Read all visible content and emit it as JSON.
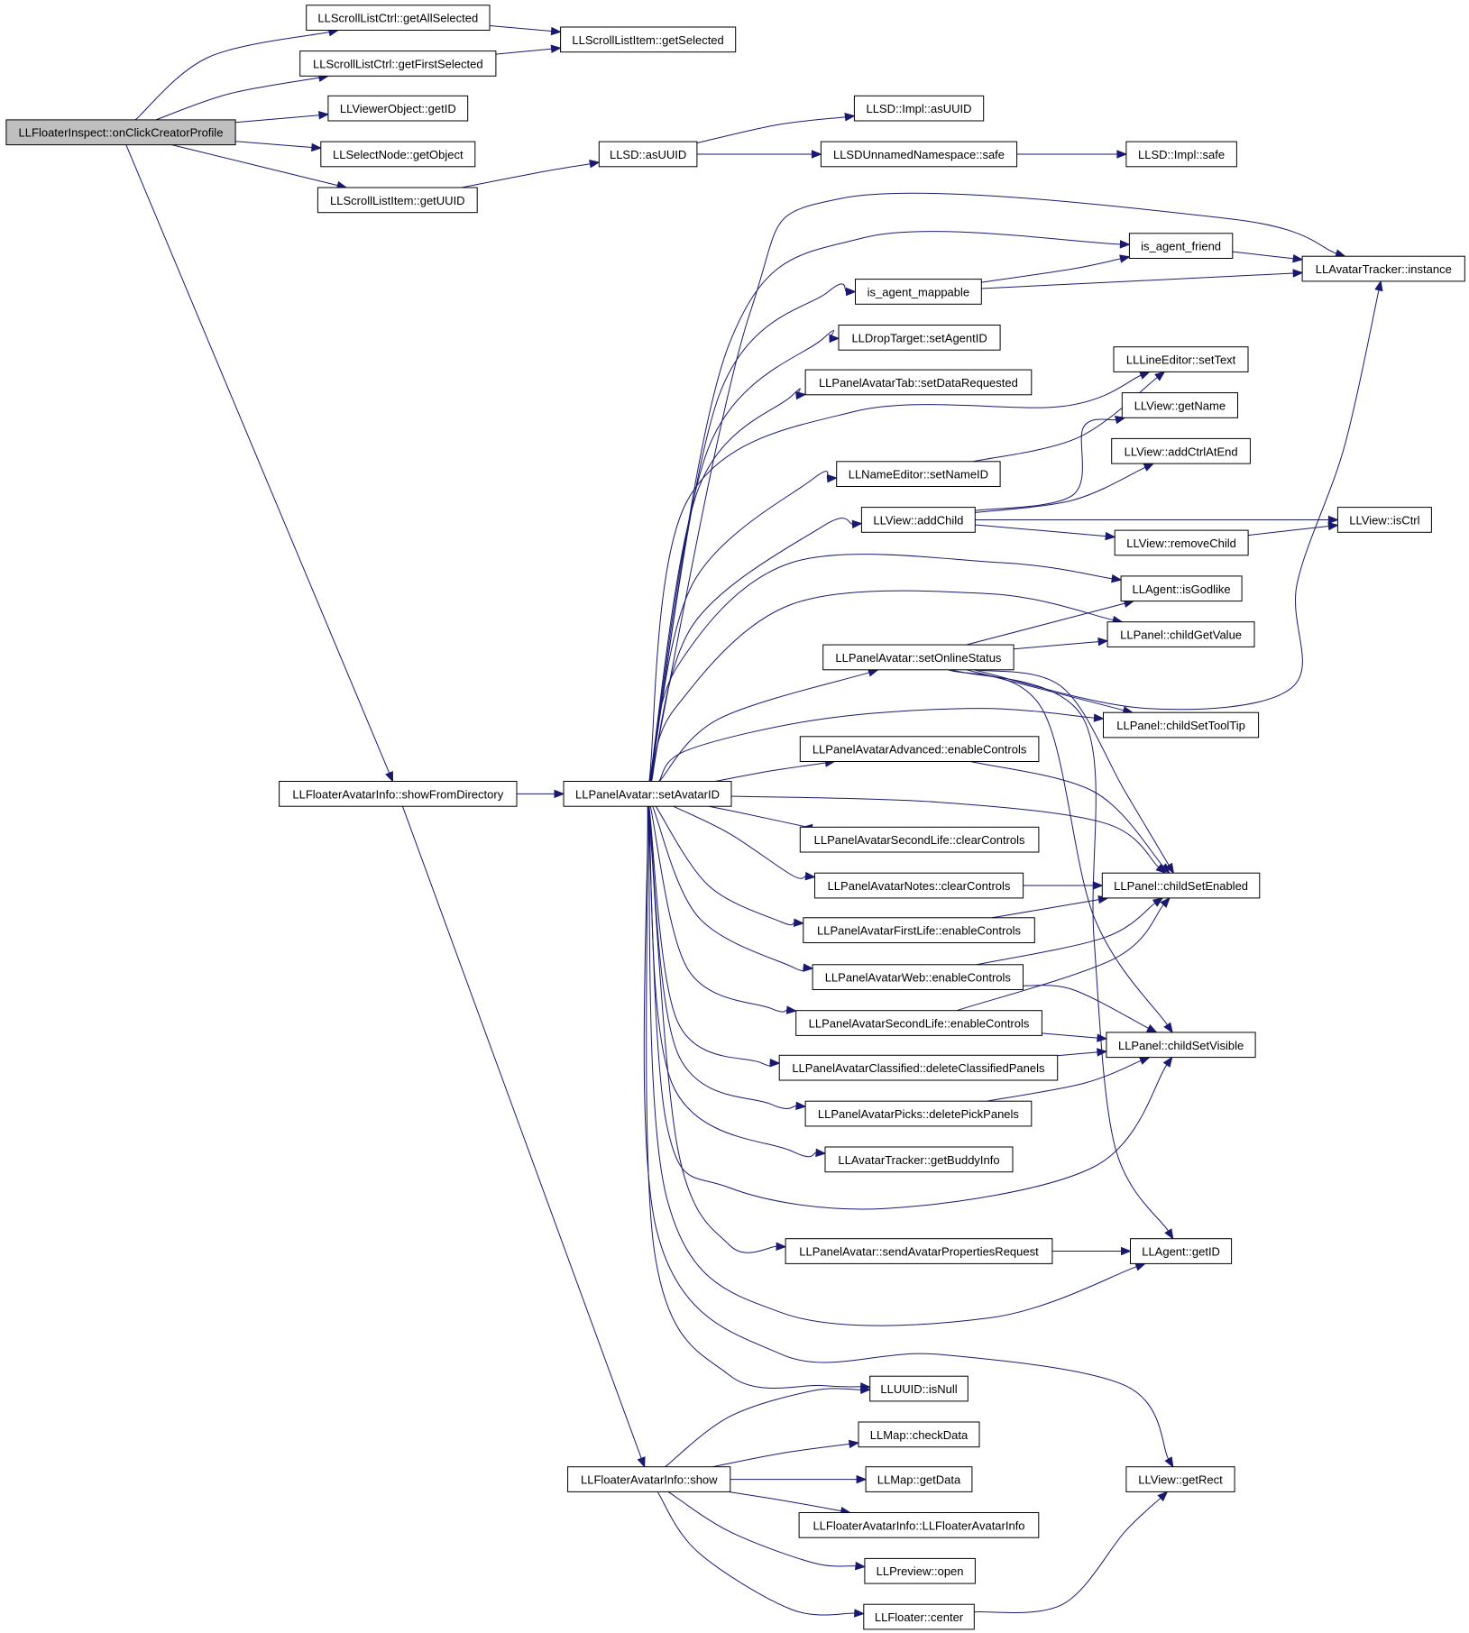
{
  "colors": {
    "edge": "#191970",
    "root_fill": "#bfbfbf",
    "node_fill": "#ffffff",
    "border_normal": "#000000",
    "border_truncated": "#ff0000"
  },
  "nodes": [
    {
      "id": "n0",
      "label": "LLFloaterInspect::onClickCreatorProfile",
      "style": "root"
    },
    {
      "id": "n1",
      "label": "LLScrollListCtrl::getAllSelected",
      "style": "normal"
    },
    {
      "id": "n2",
      "label": "LLScrollListCtrl::getFirstSelected",
      "style": "normal"
    },
    {
      "id": "n3",
      "label": "LLScrollListItem::getSelected",
      "style": "normal"
    },
    {
      "id": "n4",
      "label": "LLViewerObject::getID",
      "style": "normal"
    },
    {
      "id": "n5",
      "label": "LLSelectNode::getObject",
      "style": "normal"
    },
    {
      "id": "n6",
      "label": "LLScrollListItem::getUUID",
      "style": "normal"
    },
    {
      "id": "n7",
      "label": "LLSD::asUUID",
      "style": "normal"
    },
    {
      "id": "n8",
      "label": "LLSD::Impl::asUUID",
      "style": "normal"
    },
    {
      "id": "n9",
      "label": "LLSDUnnamedNamespace::safe",
      "style": "normal"
    },
    {
      "id": "n10",
      "label": "LLSD::Impl::safe",
      "style": "normal"
    },
    {
      "id": "n11",
      "label": "LLFloaterAvatarInfo::showFromDirectory",
      "style": "normal"
    },
    {
      "id": "n12",
      "label": "LLPanelAvatar::setAvatarID",
      "style": "normal"
    },
    {
      "id": "n13",
      "label": "is_agent_friend",
      "style": "normal"
    },
    {
      "id": "n14",
      "label": "LLAvatarTracker::instance",
      "style": "normal"
    },
    {
      "id": "n15",
      "label": "is_agent_mappable",
      "style": "normal"
    },
    {
      "id": "n16",
      "label": "LLDropTarget::setAgentID",
      "style": "normal"
    },
    {
      "id": "n17",
      "label": "LLPanelAvatarTab::setDataRequested",
      "style": "normal"
    },
    {
      "id": "n18",
      "label": "LLLineEditor::setText",
      "style": "truncated"
    },
    {
      "id": "n19",
      "label": "LLView::getName",
      "style": "normal"
    },
    {
      "id": "n20",
      "label": "LLNameEditor::setNameID",
      "style": "truncated"
    },
    {
      "id": "n21",
      "label": "LLView::addCtrlAtEnd",
      "style": "normal"
    },
    {
      "id": "n22",
      "label": "LLView::addChild",
      "style": "truncated"
    },
    {
      "id": "n23",
      "label": "LLView::isCtrl",
      "style": "normal"
    },
    {
      "id": "n24",
      "label": "LLView::removeChild",
      "style": "truncated"
    },
    {
      "id": "n25",
      "label": "LLAgent::isGodlike",
      "style": "normal"
    },
    {
      "id": "n26",
      "label": "LLPanel::childGetValue",
      "style": "truncated"
    },
    {
      "id": "n27",
      "label": "LLPanelAvatar::setOnlineStatus",
      "style": "truncated"
    },
    {
      "id": "n28",
      "label": "LLPanel::childSetToolTip",
      "style": "truncated"
    },
    {
      "id": "n29",
      "label": "LLPanelAvatarAdvanced::enableControls",
      "style": "truncated"
    },
    {
      "id": "n30",
      "label": "LLPanelAvatarSecondLife::clearControls",
      "style": "truncated"
    },
    {
      "id": "n31",
      "label": "LLPanelAvatarNotes::clearControls",
      "style": "truncated"
    },
    {
      "id": "n32",
      "label": "LLPanel::childSetEnabled",
      "style": "truncated"
    },
    {
      "id": "n33",
      "label": "LLPanelAvatarFirstLife::enableControls",
      "style": "normal"
    },
    {
      "id": "n34",
      "label": "LLPanelAvatarWeb::enableControls",
      "style": "truncated"
    },
    {
      "id": "n35",
      "label": "LLPanelAvatarSecondLife::enableControls",
      "style": "normal"
    },
    {
      "id": "n36",
      "label": "LLPanel::childSetVisible",
      "style": "truncated"
    },
    {
      "id": "n37",
      "label": "LLPanelAvatarClassified::deleteClassifiedPanels",
      "style": "truncated"
    },
    {
      "id": "n38",
      "label": "LLPanelAvatarPicks::deletePickPanels",
      "style": "truncated"
    },
    {
      "id": "n39",
      "label": "LLAvatarTracker::getBuddyInfo",
      "style": "truncated"
    },
    {
      "id": "n40",
      "label": "LLPanelAvatar::sendAvatarPropertiesRequest",
      "style": "truncated"
    },
    {
      "id": "n41",
      "label": "LLAgent::getID",
      "style": "normal"
    },
    {
      "id": "n42",
      "label": "LLUUID::isNull",
      "style": "normal"
    },
    {
      "id": "n43",
      "label": "LLMap::checkData",
      "style": "normal"
    },
    {
      "id": "n44",
      "label": "LLFloaterAvatarInfo::show",
      "style": "normal"
    },
    {
      "id": "n45",
      "label": "LLMap::getData",
      "style": "normal"
    },
    {
      "id": "n46",
      "label": "LLView::getRect",
      "style": "normal"
    },
    {
      "id": "n47",
      "label": "LLFloaterAvatarInfo::LLFloaterAvatarInfo",
      "style": "truncated"
    },
    {
      "id": "n48",
      "label": "LLPreview::open",
      "style": "truncated"
    },
    {
      "id": "n49",
      "label": "LLFloater::center",
      "style": "truncated"
    }
  ],
  "edges": [
    [
      "n0",
      "n1"
    ],
    [
      "n0",
      "n2"
    ],
    [
      "n0",
      "n4"
    ],
    [
      "n0",
      "n5"
    ],
    [
      "n0",
      "n6"
    ],
    [
      "n0",
      "n11"
    ],
    [
      "n1",
      "n3"
    ],
    [
      "n2",
      "n3"
    ],
    [
      "n6",
      "n7"
    ],
    [
      "n7",
      "n8"
    ],
    [
      "n7",
      "n9"
    ],
    [
      "n9",
      "n10"
    ],
    [
      "n11",
      "n12"
    ],
    [
      "n11",
      "n44"
    ],
    [
      "n12",
      "n14"
    ],
    [
      "n12",
      "n13"
    ],
    [
      "n12",
      "n15"
    ],
    [
      "n12",
      "n16"
    ],
    [
      "n12",
      "n17"
    ],
    [
      "n12",
      "n18"
    ],
    [
      "n12",
      "n20"
    ],
    [
      "n12",
      "n22"
    ],
    [
      "n12",
      "n25"
    ],
    [
      "n12",
      "n26"
    ],
    [
      "n12",
      "n27"
    ],
    [
      "n12",
      "n28"
    ],
    [
      "n12",
      "n29"
    ],
    [
      "n12",
      "n32"
    ],
    [
      "n12",
      "n30"
    ],
    [
      "n12",
      "n31"
    ],
    [
      "n12",
      "n33"
    ],
    [
      "n12",
      "n34"
    ],
    [
      "n12",
      "n35"
    ],
    [
      "n12",
      "n37"
    ],
    [
      "n12",
      "n38"
    ],
    [
      "n12",
      "n39"
    ],
    [
      "n12",
      "n36"
    ],
    [
      "n12",
      "n40"
    ],
    [
      "n12",
      "n41"
    ],
    [
      "n12",
      "n46"
    ],
    [
      "n12",
      "n42"
    ],
    [
      "n13",
      "n14"
    ],
    [
      "n15",
      "n13"
    ],
    [
      "n15",
      "n14"
    ],
    [
      "n20",
      "n18"
    ],
    [
      "n22",
      "n19"
    ],
    [
      "n22",
      "n21"
    ],
    [
      "n22",
      "n23"
    ],
    [
      "n22",
      "n24"
    ],
    [
      "n24",
      "n23"
    ],
    [
      "n27",
      "n25"
    ],
    [
      "n27",
      "n26"
    ],
    [
      "n27",
      "n14"
    ],
    [
      "n27",
      "n28"
    ],
    [
      "n27",
      "n32"
    ],
    [
      "n27",
      "n36"
    ],
    [
      "n27",
      "n41"
    ],
    [
      "n29",
      "n32"
    ],
    [
      "n31",
      "n32"
    ],
    [
      "n33",
      "n32"
    ],
    [
      "n34",
      "n32"
    ],
    [
      "n34",
      "n36"
    ],
    [
      "n35",
      "n32"
    ],
    [
      "n35",
      "n36"
    ],
    [
      "n37",
      "n36"
    ],
    [
      "n38",
      "n36"
    ],
    [
      "n40",
      "n41"
    ],
    [
      "n44",
      "n42"
    ],
    [
      "n44",
      "n43"
    ],
    [
      "n44",
      "n45"
    ],
    [
      "n44",
      "n47"
    ],
    [
      "n44",
      "n48"
    ],
    [
      "n44",
      "n49"
    ],
    [
      "n49",
      "n46"
    ]
  ]
}
